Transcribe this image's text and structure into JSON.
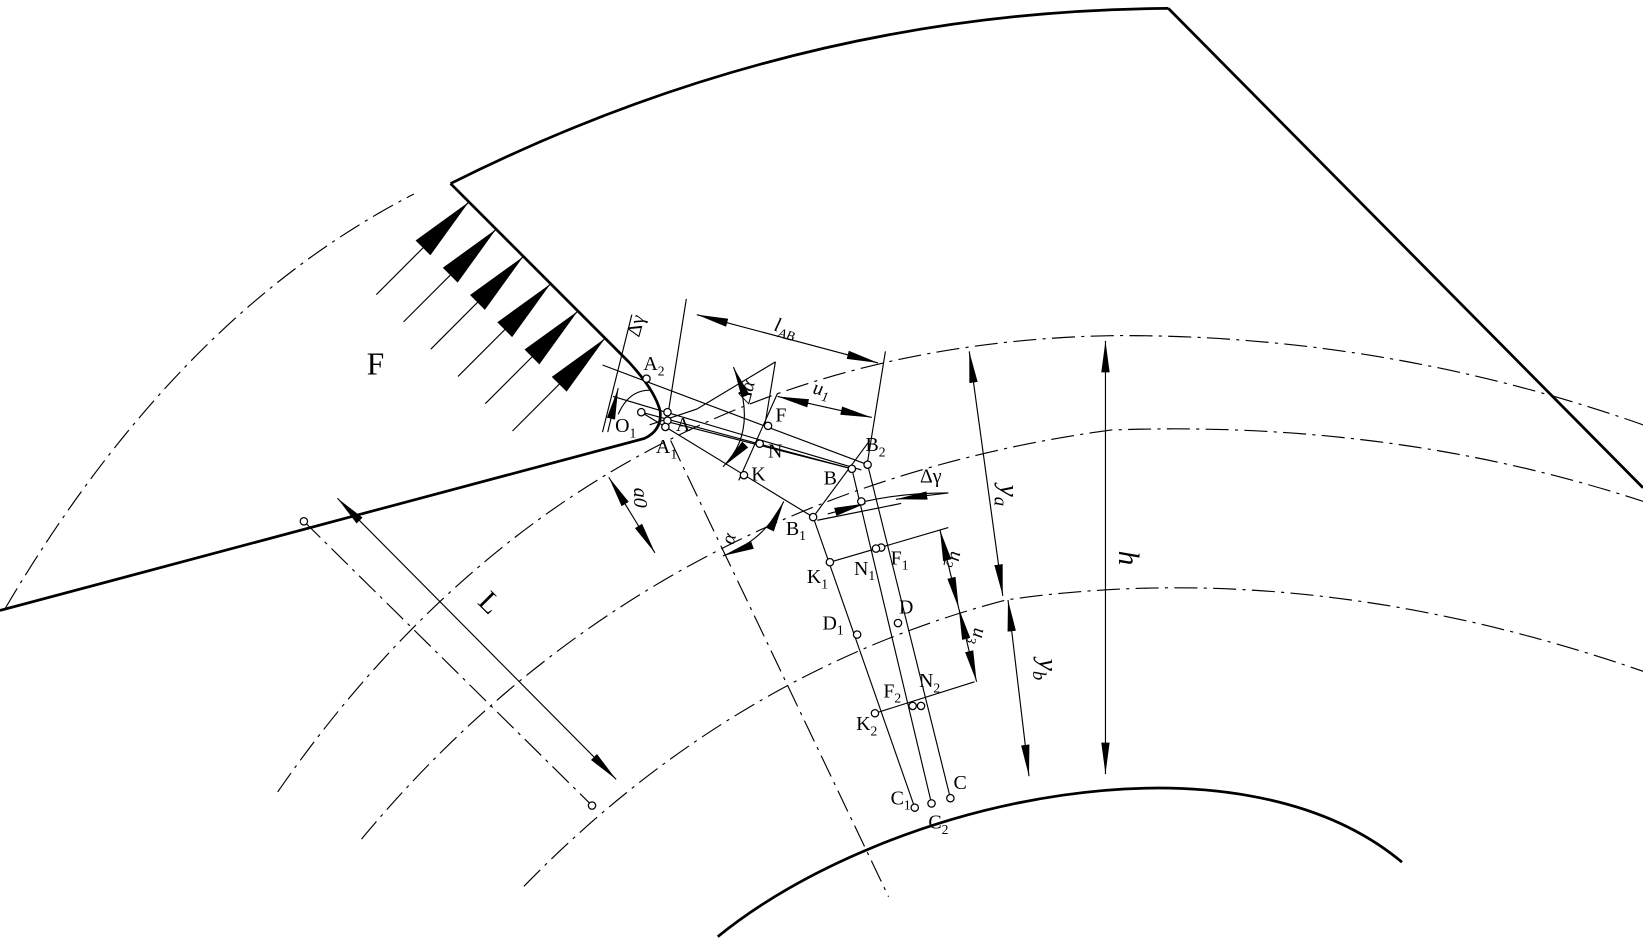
{
  "labels": {
    "force": "F",
    "dgamma_top": "Δγ",
    "dgamma_right": "Δγ",
    "A2": {
      "main": "A",
      "sub": "2"
    },
    "A": "A",
    "A1": {
      "main": "A",
      "sub": "1"
    },
    "O1": {
      "main": "O",
      "sub": "1"
    },
    "F": "F",
    "N": "N",
    "K": "K",
    "B": "B",
    "B2": {
      "main": "B",
      "sub": "2"
    },
    "B1": {
      "main": "B",
      "sub": "1"
    },
    "lAB": {
      "main": "l",
      "sub": "AB"
    },
    "dalpha": "Δα",
    "u1": {
      "main": "u",
      "sub": "1"
    },
    "a0": "a0",
    "alpha": "α",
    "K1": {
      "main": "K",
      "sub": "1"
    },
    "N1": {
      "main": "N",
      "sub": "1"
    },
    "F1": {
      "main": "F",
      "sub": "1"
    },
    "D": "D",
    "D1": {
      "main": "D",
      "sub": "1"
    },
    "F2": {
      "main": "F",
      "sub": "2"
    },
    "N2": {
      "main": "N",
      "sub": "2"
    },
    "K2": {
      "main": "K",
      "sub": "2"
    },
    "C1": {
      "main": "C",
      "sub": "1"
    },
    "C2": {
      "main": "C",
      "sub": "2"
    },
    "C": "C",
    "ya": {
      "main": "y",
      "sub": "a"
    },
    "yb": {
      "main": "y",
      "sub": "b"
    },
    "h": "h",
    "u2": {
      "main": "u",
      "sub": "2"
    },
    "u3": {
      "main": "u",
      "sub": "3"
    },
    "L": "L"
  }
}
